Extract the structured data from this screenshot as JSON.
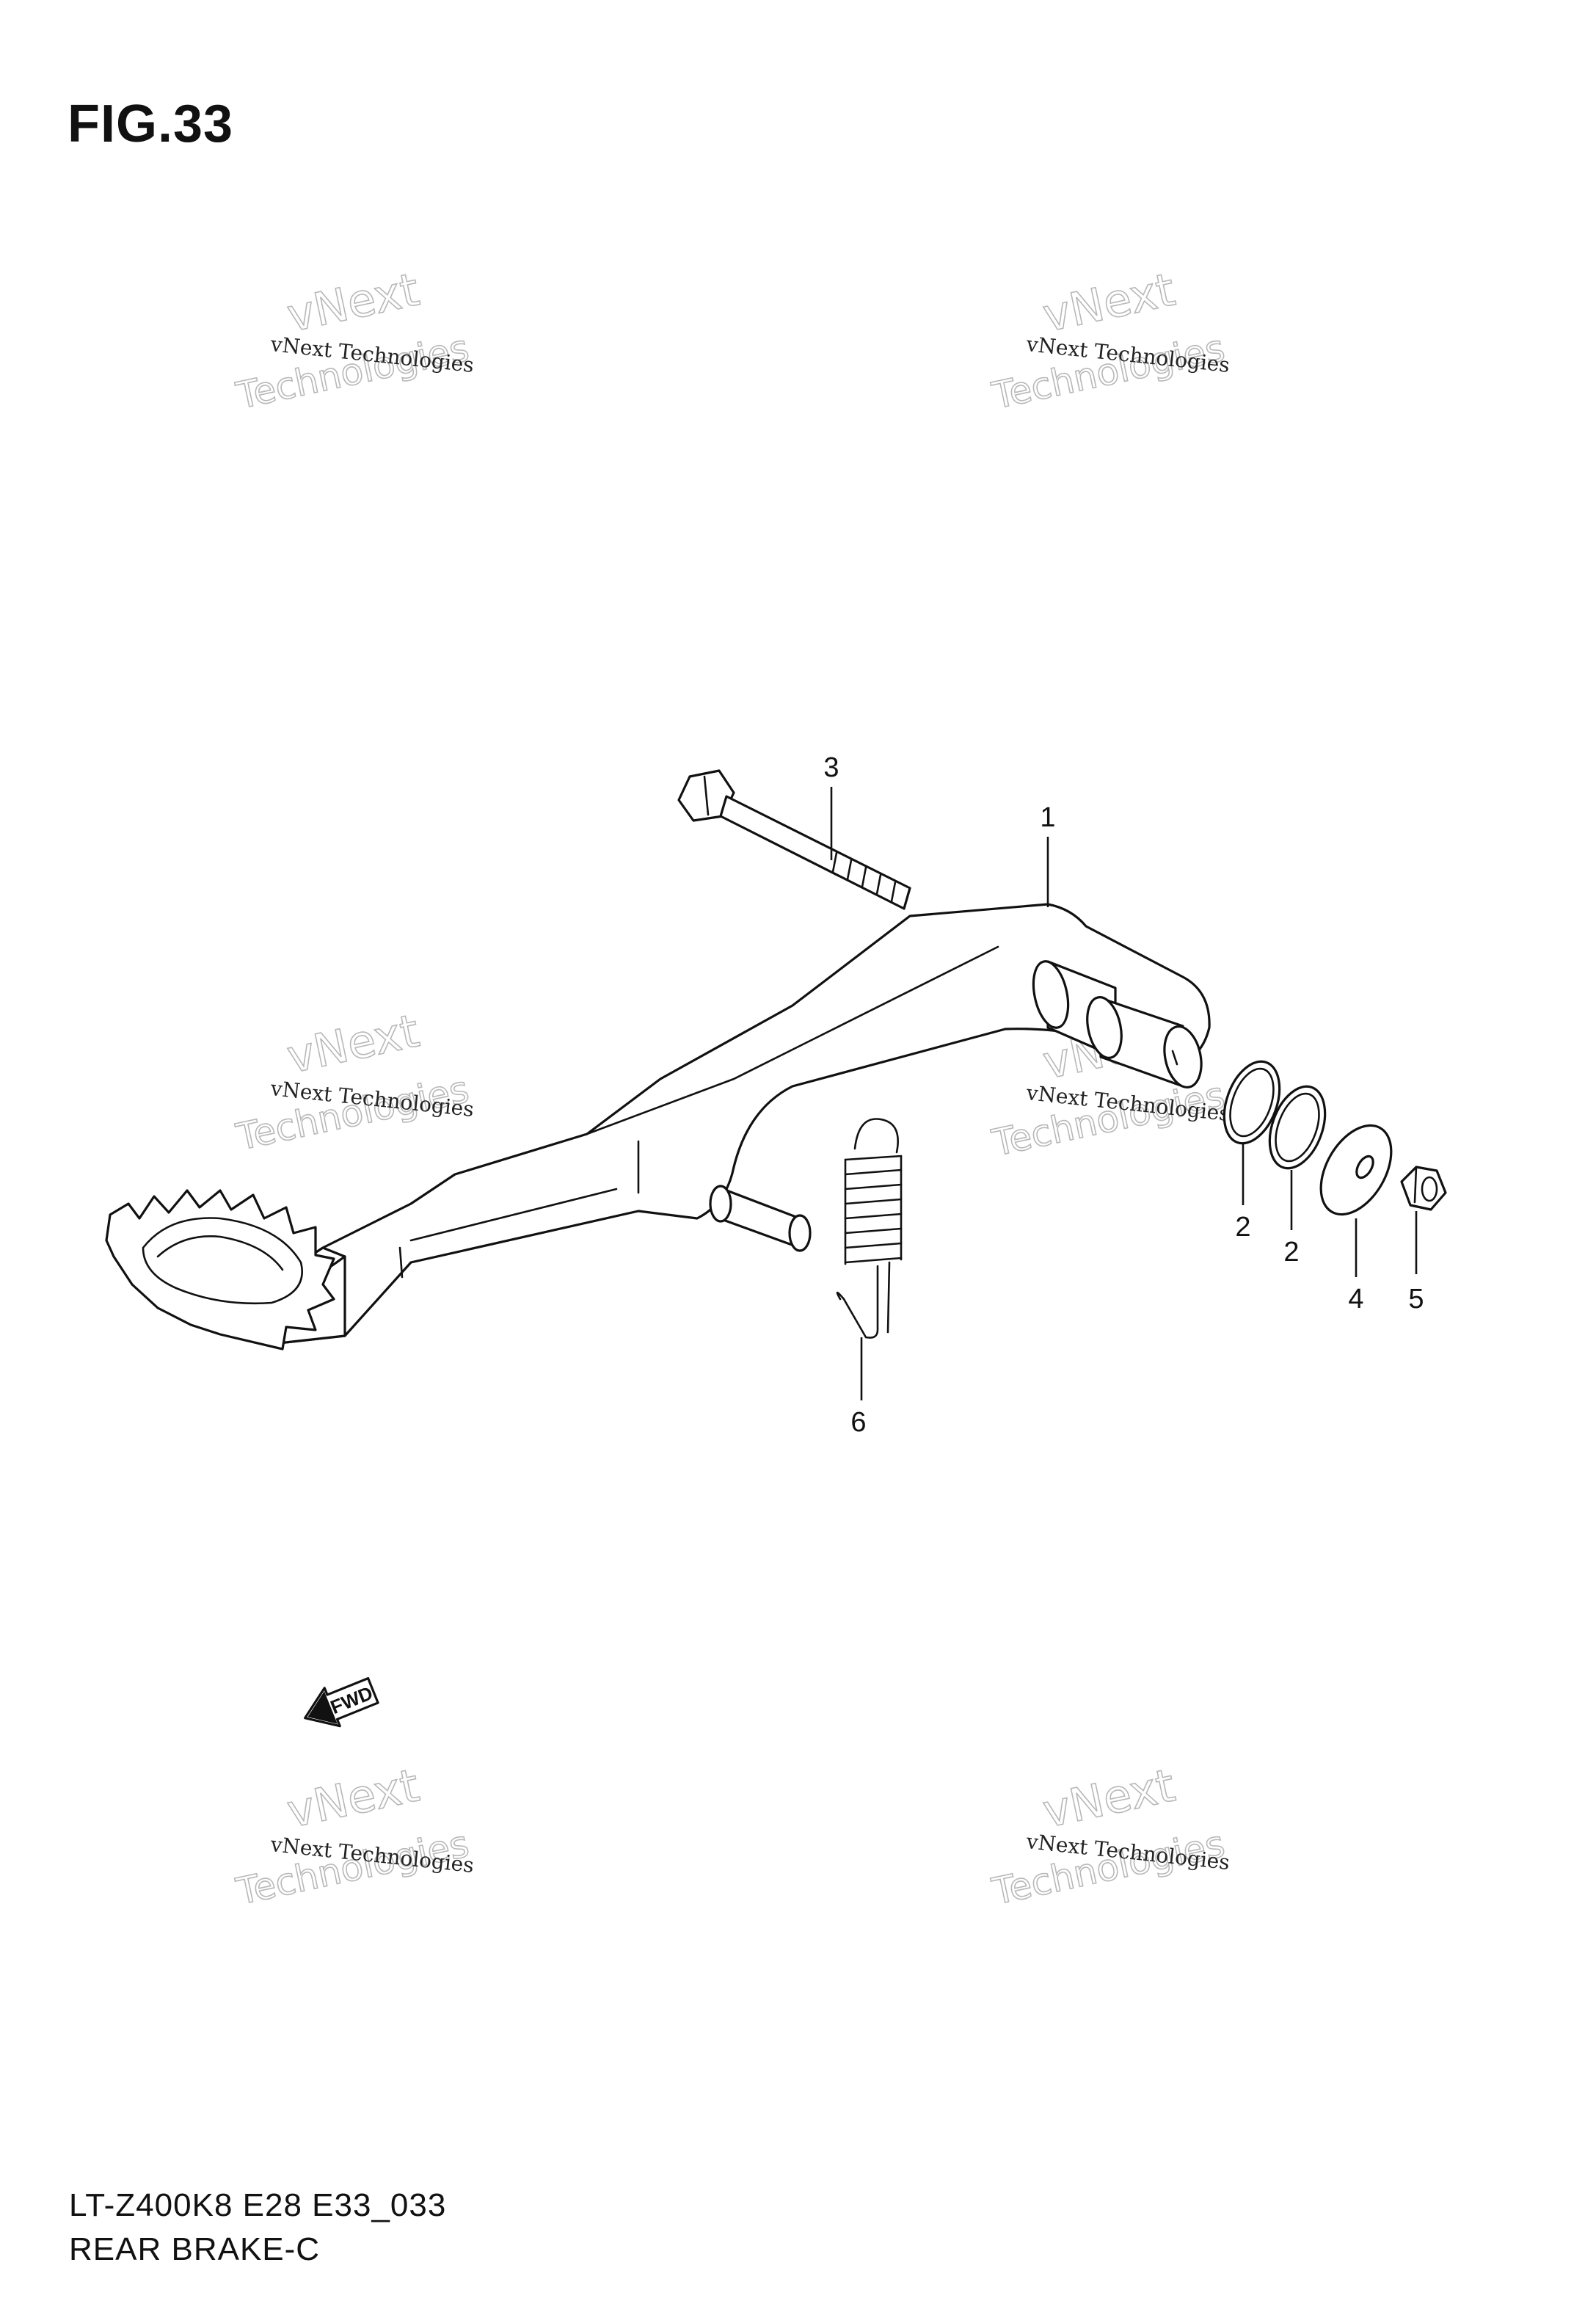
{
  "figure": {
    "title": "FIG.33",
    "model_code": "LT-Z400K8 E28 E33_033",
    "section_name": "REAR BRAKE-C"
  },
  "callouts": [
    {
      "part": "brake-pedal",
      "number": "1"
    },
    {
      "part": "o-ring-a",
      "number": "2"
    },
    {
      "part": "o-ring-b",
      "number": "2"
    },
    {
      "part": "pivot-bolt",
      "number": "3"
    },
    {
      "part": "washer",
      "number": "4"
    },
    {
      "part": "nut",
      "number": "5"
    },
    {
      "part": "return-spring",
      "number": "6"
    }
  ],
  "fwd_arrow": {
    "label": "FWD",
    "icon": "fwd-arrow-icon"
  },
  "watermark": {
    "line1": "vNext",
    "line2": "vNext Technologies",
    "line3": "Technologies"
  }
}
